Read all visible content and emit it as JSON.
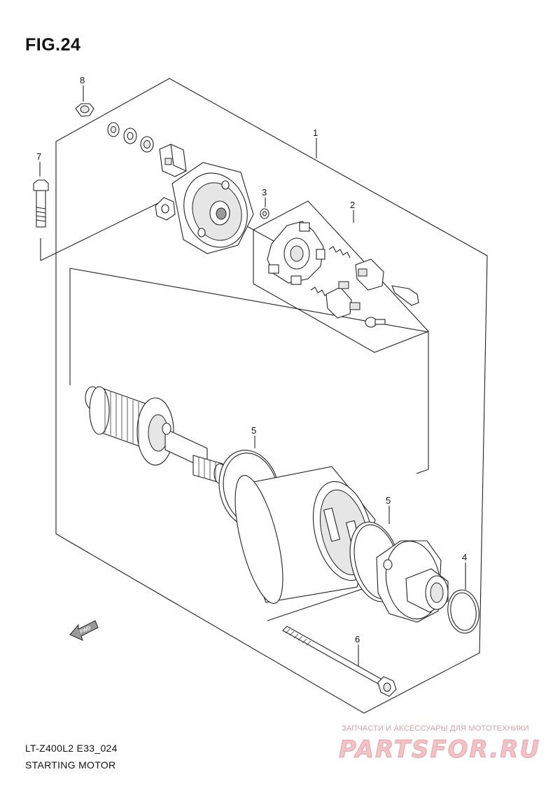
{
  "figure": {
    "title": "FIG.24"
  },
  "callouts": [
    {
      "id": "c1",
      "label": "1"
    },
    {
      "id": "c2",
      "label": "2"
    },
    {
      "id": "c3",
      "label": "3"
    },
    {
      "id": "c4",
      "label": "4"
    },
    {
      "id": "c5a",
      "label": "5"
    },
    {
      "id": "c5b",
      "label": "5"
    },
    {
      "id": "c6",
      "label": "6"
    },
    {
      "id": "c7",
      "label": "7"
    },
    {
      "id": "c8",
      "label": "8"
    }
  ],
  "direction_marker": {
    "label": "FWD",
    "icon": "arrow-left-down-icon"
  },
  "footer": {
    "model_code": "LT-Z400L2 E33_024",
    "caption": "STARTING MOTOR"
  },
  "watermark": {
    "tagline": "ЗАПЧАСТИ И АКСЕССУАРЫ ДЛЯ МОТОТЕХНИКИ",
    "logo": "PARTSFOR.RU",
    "color": "#f2c2c7"
  }
}
